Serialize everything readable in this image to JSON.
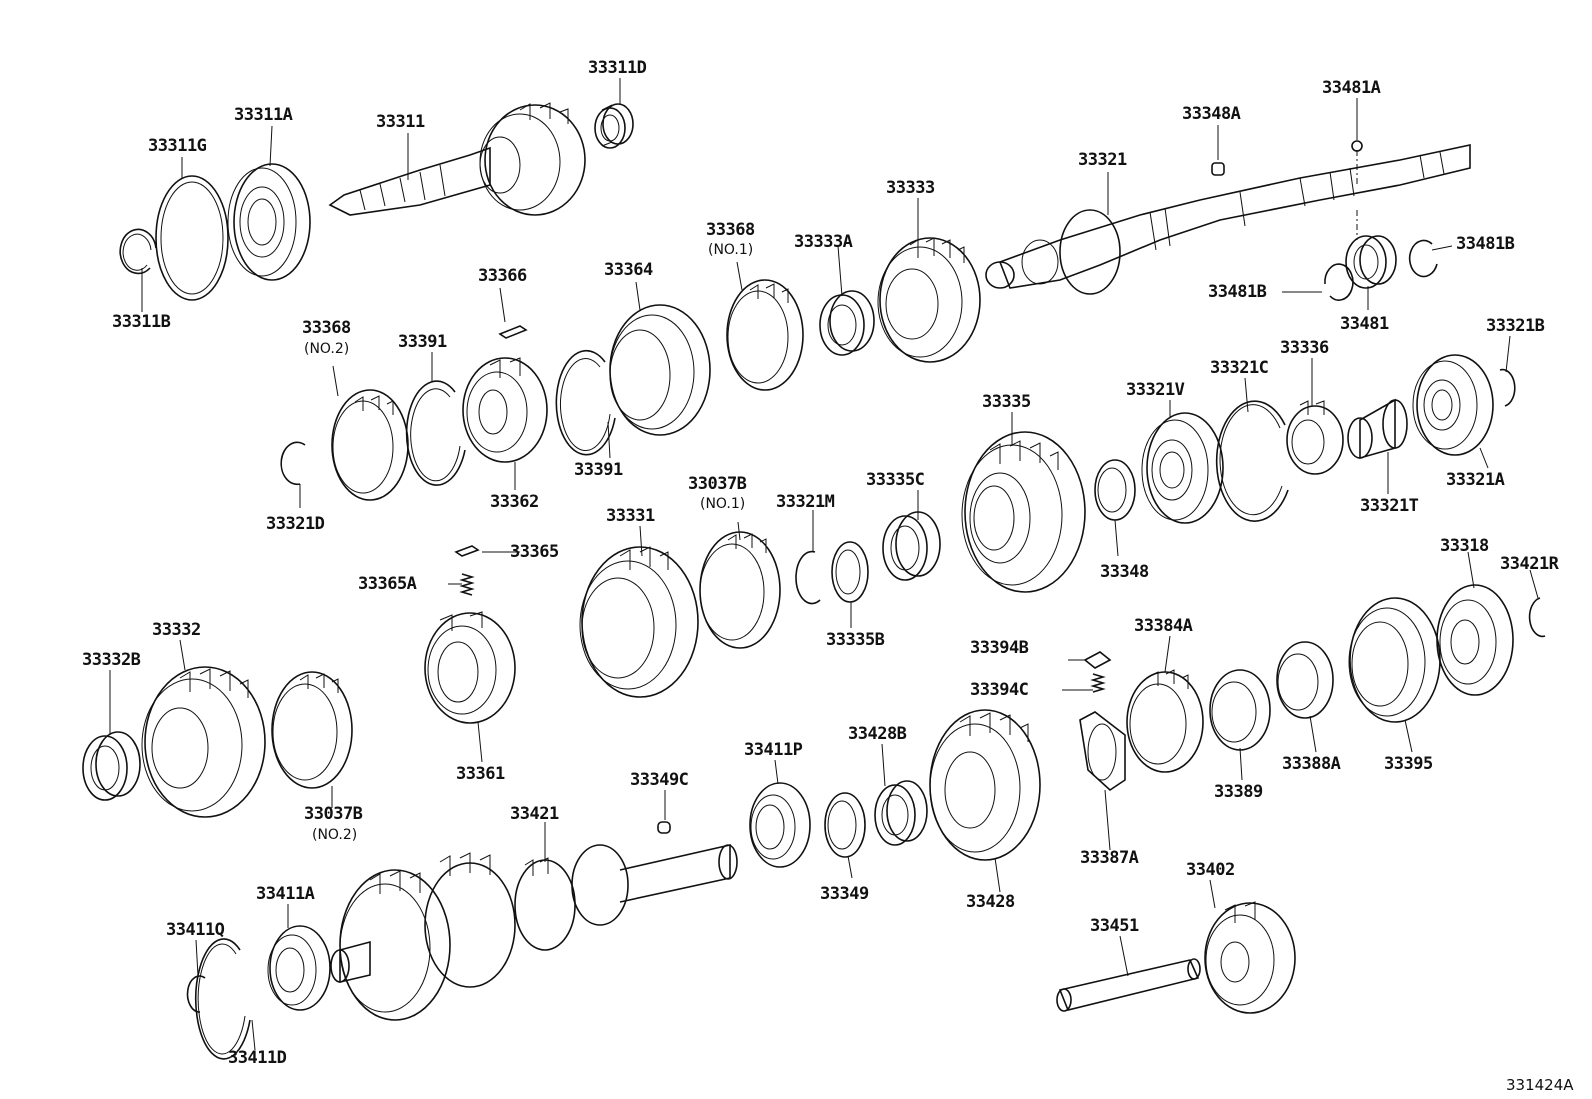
{
  "diagram": {
    "figure_ref": "331424A",
    "parts": [
      {
        "id": "p1",
        "number": "33311D"
      },
      {
        "id": "p2",
        "number": "33311A"
      },
      {
        "id": "p3",
        "number": "33311"
      },
      {
        "id": "p4",
        "number": "33311G"
      },
      {
        "id": "p5",
        "number": "33311B"
      },
      {
        "id": "p6",
        "number": "33348A"
      },
      {
        "id": "p7",
        "number": "33481A"
      },
      {
        "id": "p8",
        "number": "33321"
      },
      {
        "id": "p9",
        "number": "33333"
      },
      {
        "id": "p10",
        "number": "33368",
        "note": "(NO.1)"
      },
      {
        "id": "p11",
        "number": "33333A"
      },
      {
        "id": "p12",
        "number": "33366"
      },
      {
        "id": "p13",
        "number": "33364"
      },
      {
        "id": "p14",
        "number": "33481B"
      },
      {
        "id": "p15",
        "number": "33481B"
      },
      {
        "id": "p16",
        "number": "33481"
      },
      {
        "id": "p17",
        "number": "33368",
        "note": "(NO.2)"
      },
      {
        "id": "p18",
        "number": "33391"
      },
      {
        "id": "p19",
        "number": "33336"
      },
      {
        "id": "p20",
        "number": "33321B"
      },
      {
        "id": "p21",
        "number": "33321C"
      },
      {
        "id": "p22",
        "number": "33335"
      },
      {
        "id": "p23",
        "number": "33321V"
      },
      {
        "id": "p24",
        "number": "33391"
      },
      {
        "id": "p25",
        "number": "33362"
      },
      {
        "id": "p26",
        "number": "33321D"
      },
      {
        "id": "p27",
        "number": "33321A"
      },
      {
        "id": "p28",
        "number": "33321T"
      },
      {
        "id": "p29",
        "number": "33037B",
        "note": "(NO.1)"
      },
      {
        "id": "p30",
        "number": "33331"
      },
      {
        "id": "p31",
        "number": "33321M"
      },
      {
        "id": "p32",
        "number": "33335C"
      },
      {
        "id": "p33",
        "number": "33365"
      },
      {
        "id": "p34",
        "number": "33365A"
      },
      {
        "id": "p35",
        "number": "33348"
      },
      {
        "id": "p36",
        "number": "33318"
      },
      {
        "id": "p37",
        "number": "33421R"
      },
      {
        "id": "p38",
        "number": "33332"
      },
      {
        "id": "p39",
        "number": "33332B"
      },
      {
        "id": "p40",
        "number": "33335B"
      },
      {
        "id": "p41",
        "number": "33394B"
      },
      {
        "id": "p42",
        "number": "33384A"
      },
      {
        "id": "p43",
        "number": "33394C"
      },
      {
        "id": "p44",
        "number": "33411P"
      },
      {
        "id": "p45",
        "number": "33428B"
      },
      {
        "id": "p46",
        "number": "33361"
      },
      {
        "id": "p47",
        "number": "33349C"
      },
      {
        "id": "p48",
        "number": "33388A"
      },
      {
        "id": "p49",
        "number": "33395"
      },
      {
        "id": "p50",
        "number": "33389"
      },
      {
        "id": "p51",
        "number": "33037B",
        "note": "(NO.2)"
      },
      {
        "id": "p52",
        "number": "33421"
      },
      {
        "id": "p53",
        "number": "33387A"
      },
      {
        "id": "p54",
        "number": "33402"
      },
      {
        "id": "p55",
        "number": "33411A"
      },
      {
        "id": "p56",
        "number": "33349"
      },
      {
        "id": "p57",
        "number": "33428"
      },
      {
        "id": "p58",
        "number": "33451"
      },
      {
        "id": "p59",
        "number": "33411Q"
      },
      {
        "id": "p60",
        "number": "33411D"
      }
    ]
  }
}
